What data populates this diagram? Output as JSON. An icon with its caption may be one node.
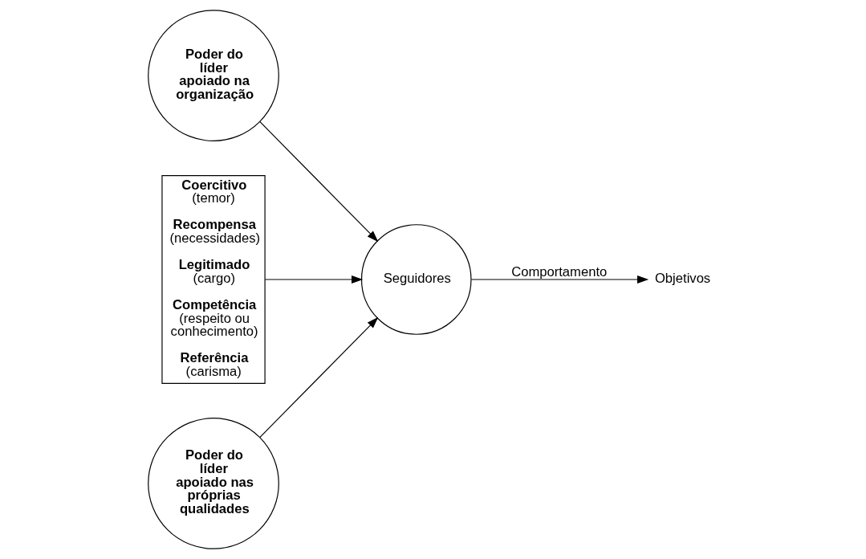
{
  "diagram": {
    "nodes": [
      {
        "text": [
          "Coercitivo",
          "(temor)",
          "Recompensa",
          "(necessidades)",
          "Legitimado",
          "(cargo)",
          "Competência",
          "(respeito ou conhecimento)",
          "Referência",
          "(carisma)"
        ]
      },
      {
        "text": [
          "Poder do líder apoiado na organização"
        ]
      },
      {
        "text": [
          "Seguidores"
        ]
      },
      {
        "text": [
          "Poder do líder apoiado nas próprias qualidades"
        ]
      },
      {
        "text": [
          "Objetivos"
        ]
      }
    ],
    "edges": [
      {
        "from": 0,
        "to": 2,
        "arrow": "to"
      },
      {
        "from": 1,
        "to": 2,
        "arrow": "to"
      },
      {
        "from": 3,
        "to": 2,
        "arrow": "to"
      },
      {
        "from": 2,
        "to": 4,
        "arrow": "to",
        "label": "Comportamento"
      }
    ]
  }
}
